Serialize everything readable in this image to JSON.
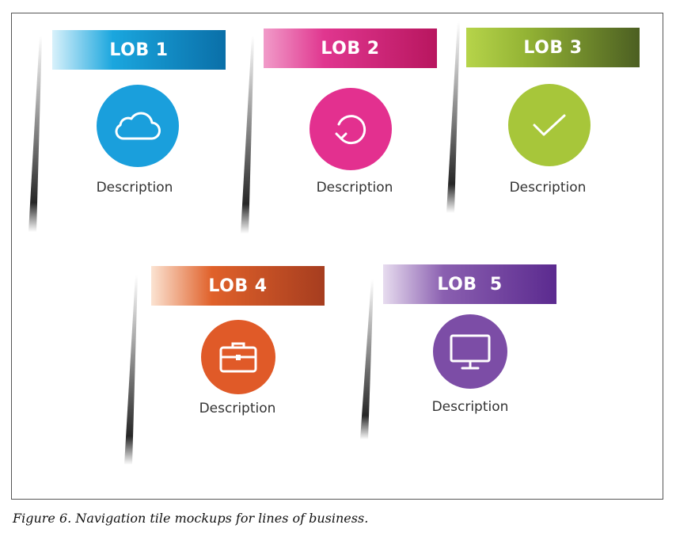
{
  "tiles": [
    {
      "title": "LOB 1",
      "description": "Description",
      "icon": "cloud-icon",
      "colors": {
        "start": "#d8f1fb",
        "mid": "#1aa6de",
        "end": "#0a6fa8",
        "circle": "#1a9fdc"
      }
    },
    {
      "title": "LOB 2",
      "description": "Description",
      "icon": "refresh-icon",
      "colors": {
        "start": "#f19bc9",
        "mid": "#e0368f",
        "end": "#b8165f",
        "circle": "#e3308f"
      }
    },
    {
      "title": "LOB 3",
      "description": "Description",
      "icon": "checkmark-icon",
      "colors": {
        "start": "#b6d44a",
        "mid": "#93b334",
        "end": "#4c5f22",
        "circle": "#a7c63a"
      }
    },
    {
      "title": "LOB 4",
      "description": "Description",
      "icon": "briefcase-icon",
      "colors": {
        "start": "#fbe3d2",
        "mid": "#e0612a",
        "end": "#a63d1f",
        "circle": "#e05a28"
      }
    },
    {
      "title": "LOB  5",
      "description": "Description",
      "icon": "monitor-icon",
      "colors": {
        "start": "#e7dcef",
        "mid": "#8a5fb0",
        "end": "#5b2a8f",
        "circle": "#7c4da6"
      }
    }
  ],
  "caption": "Figure 6. Navigation tile mockups for lines of business."
}
